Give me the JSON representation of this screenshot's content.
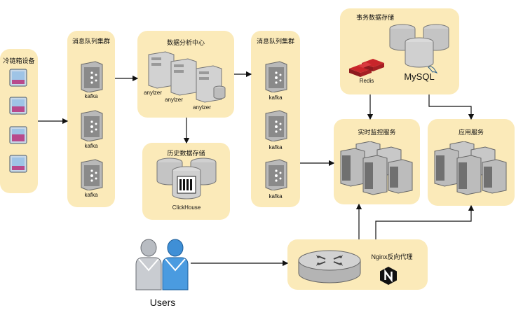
{
  "groups": {
    "cold_storage": {
      "title": "冷链箱设备"
    },
    "mq_left": {
      "title": "消息队列集群",
      "nodes": [
        "kafka",
        "kafka",
        "kafka"
      ]
    },
    "analytics": {
      "title": "数据分析中心",
      "nodes": [
        "anylzer",
        "anylzer",
        "anylzer"
      ]
    },
    "history": {
      "title": "历史数据存储",
      "db": "ClickHouse"
    },
    "mq_right": {
      "title": "消息队列集群",
      "nodes": [
        "kafka",
        "kafka",
        "kafka"
      ]
    },
    "tx_storage": {
      "title": "事务数据存储",
      "redis": "Redis",
      "mysql": "MySQL"
    },
    "monitor": {
      "title": "实时监控服务"
    },
    "app": {
      "title": "应用服务"
    },
    "nginx": {
      "title": "Nginx反向代理"
    }
  },
  "users_label": "Users"
}
